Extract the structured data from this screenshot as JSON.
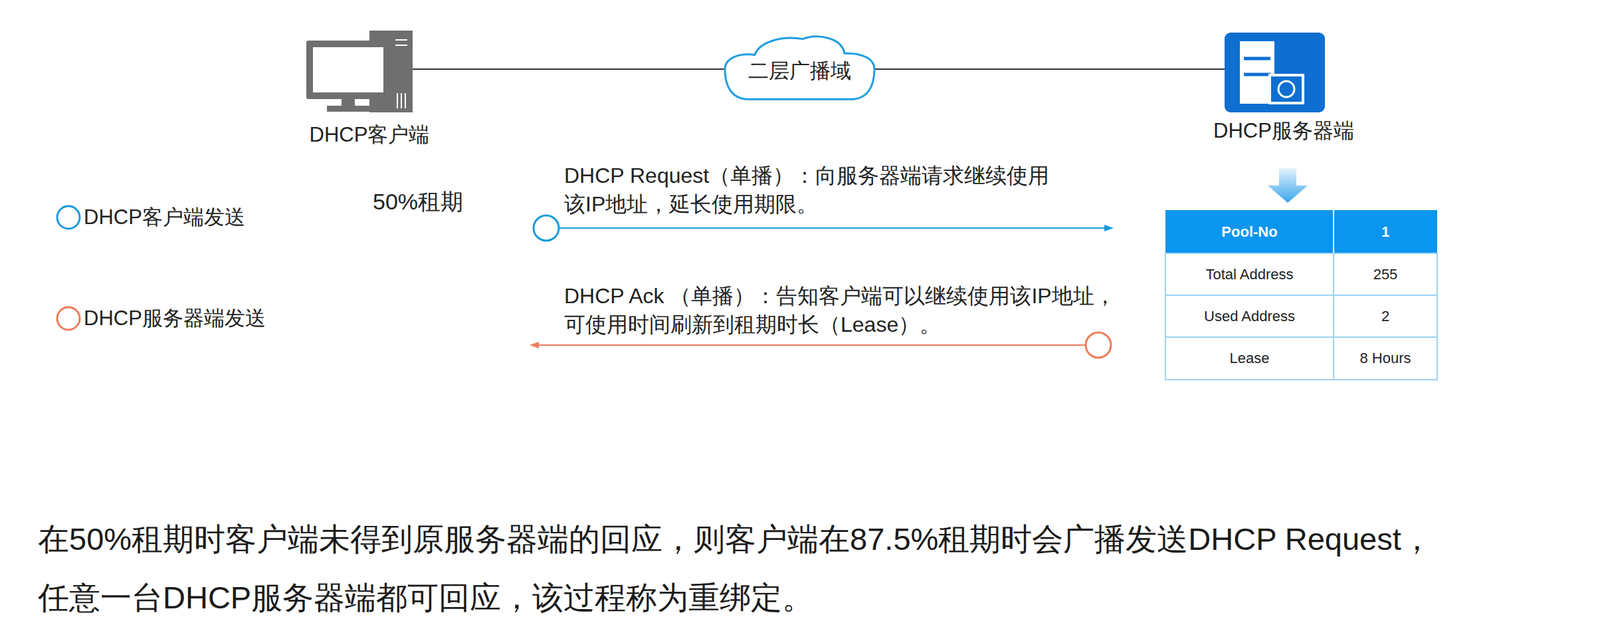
{
  "diagram": {
    "caption": "在50%租期时客户端未得到原服务器端的回应，则客户端在87.5%租期时会广播发送DHCP Request， 任意一台DHCP服务器端都可回应，该过程称为重绑定。",
    "nodes": [
      {
        "text": [
          "DHCP客户端"
        ]
      },
      {
        "text": [
          "二层广播域"
        ]
      },
      {
        "text": [
          "DHCP服务器端"
        ]
      }
    ],
    "edges": [
      {
        "from": 0,
        "to": 1,
        "arrow": "none"
      },
      {
        "from": 1,
        "to": 2,
        "arrow": "none"
      }
    ],
    "labels": [
      "50%租期",
      "DHCP Request（单播）：向服务器端请求继续使用 该IP地址，延长使用期限。",
      "DHCP Ack （单播）：告知客户端可以继续使用该IP地址， 可使用时间刷新到租期时长（Lease）。",
      "Pool-No",
      "1",
      "Total Address",
      "255",
      "Used Address",
      "2",
      "Lease",
      "8 Hours"
    ],
    "legend": [
      {
        "text": "DHCP客户端发送"
      },
      {
        "text": "DHCP服务器端发送"
      }
    ]
  }
}
